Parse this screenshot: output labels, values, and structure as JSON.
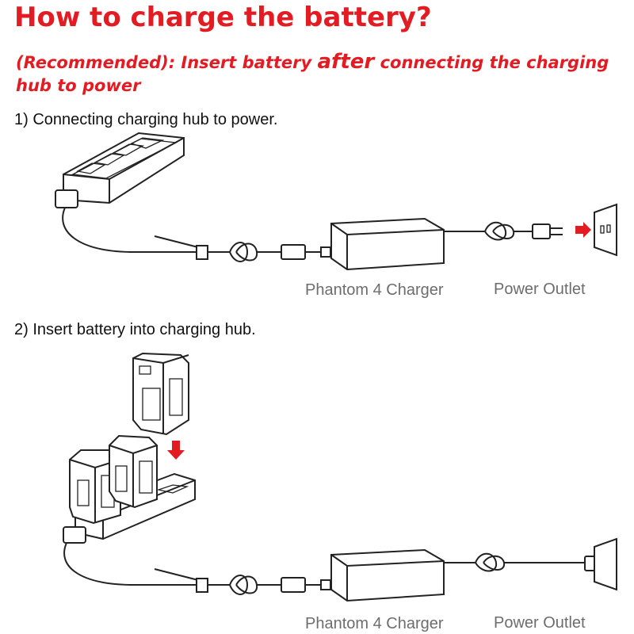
{
  "title": "How to charge the battery?",
  "subtitle": {
    "prefix": "(Recommended): Insert battery ",
    "emphasis": "after",
    "suffix": " connecting the charging hub to power"
  },
  "steps": [
    {
      "label": "1) Connecting charging hub to power.",
      "charger_label": "Phantom 4 Charger",
      "outlet_label": "Power Outlet"
    },
    {
      "label": "2) Insert battery into charging hub.",
      "charger_label": "Phantom 4 Charger",
      "outlet_label": "Power Outlet"
    }
  ],
  "colors": {
    "accent": "#e31b23",
    "label_gray": "#6d6d6d",
    "text": "#111111"
  },
  "icons": [
    "charging-hub-icon",
    "cable-icon",
    "charger-brick-icon",
    "plug-icon",
    "power-outlet-icon",
    "battery-icon",
    "red-arrow-icon"
  ]
}
